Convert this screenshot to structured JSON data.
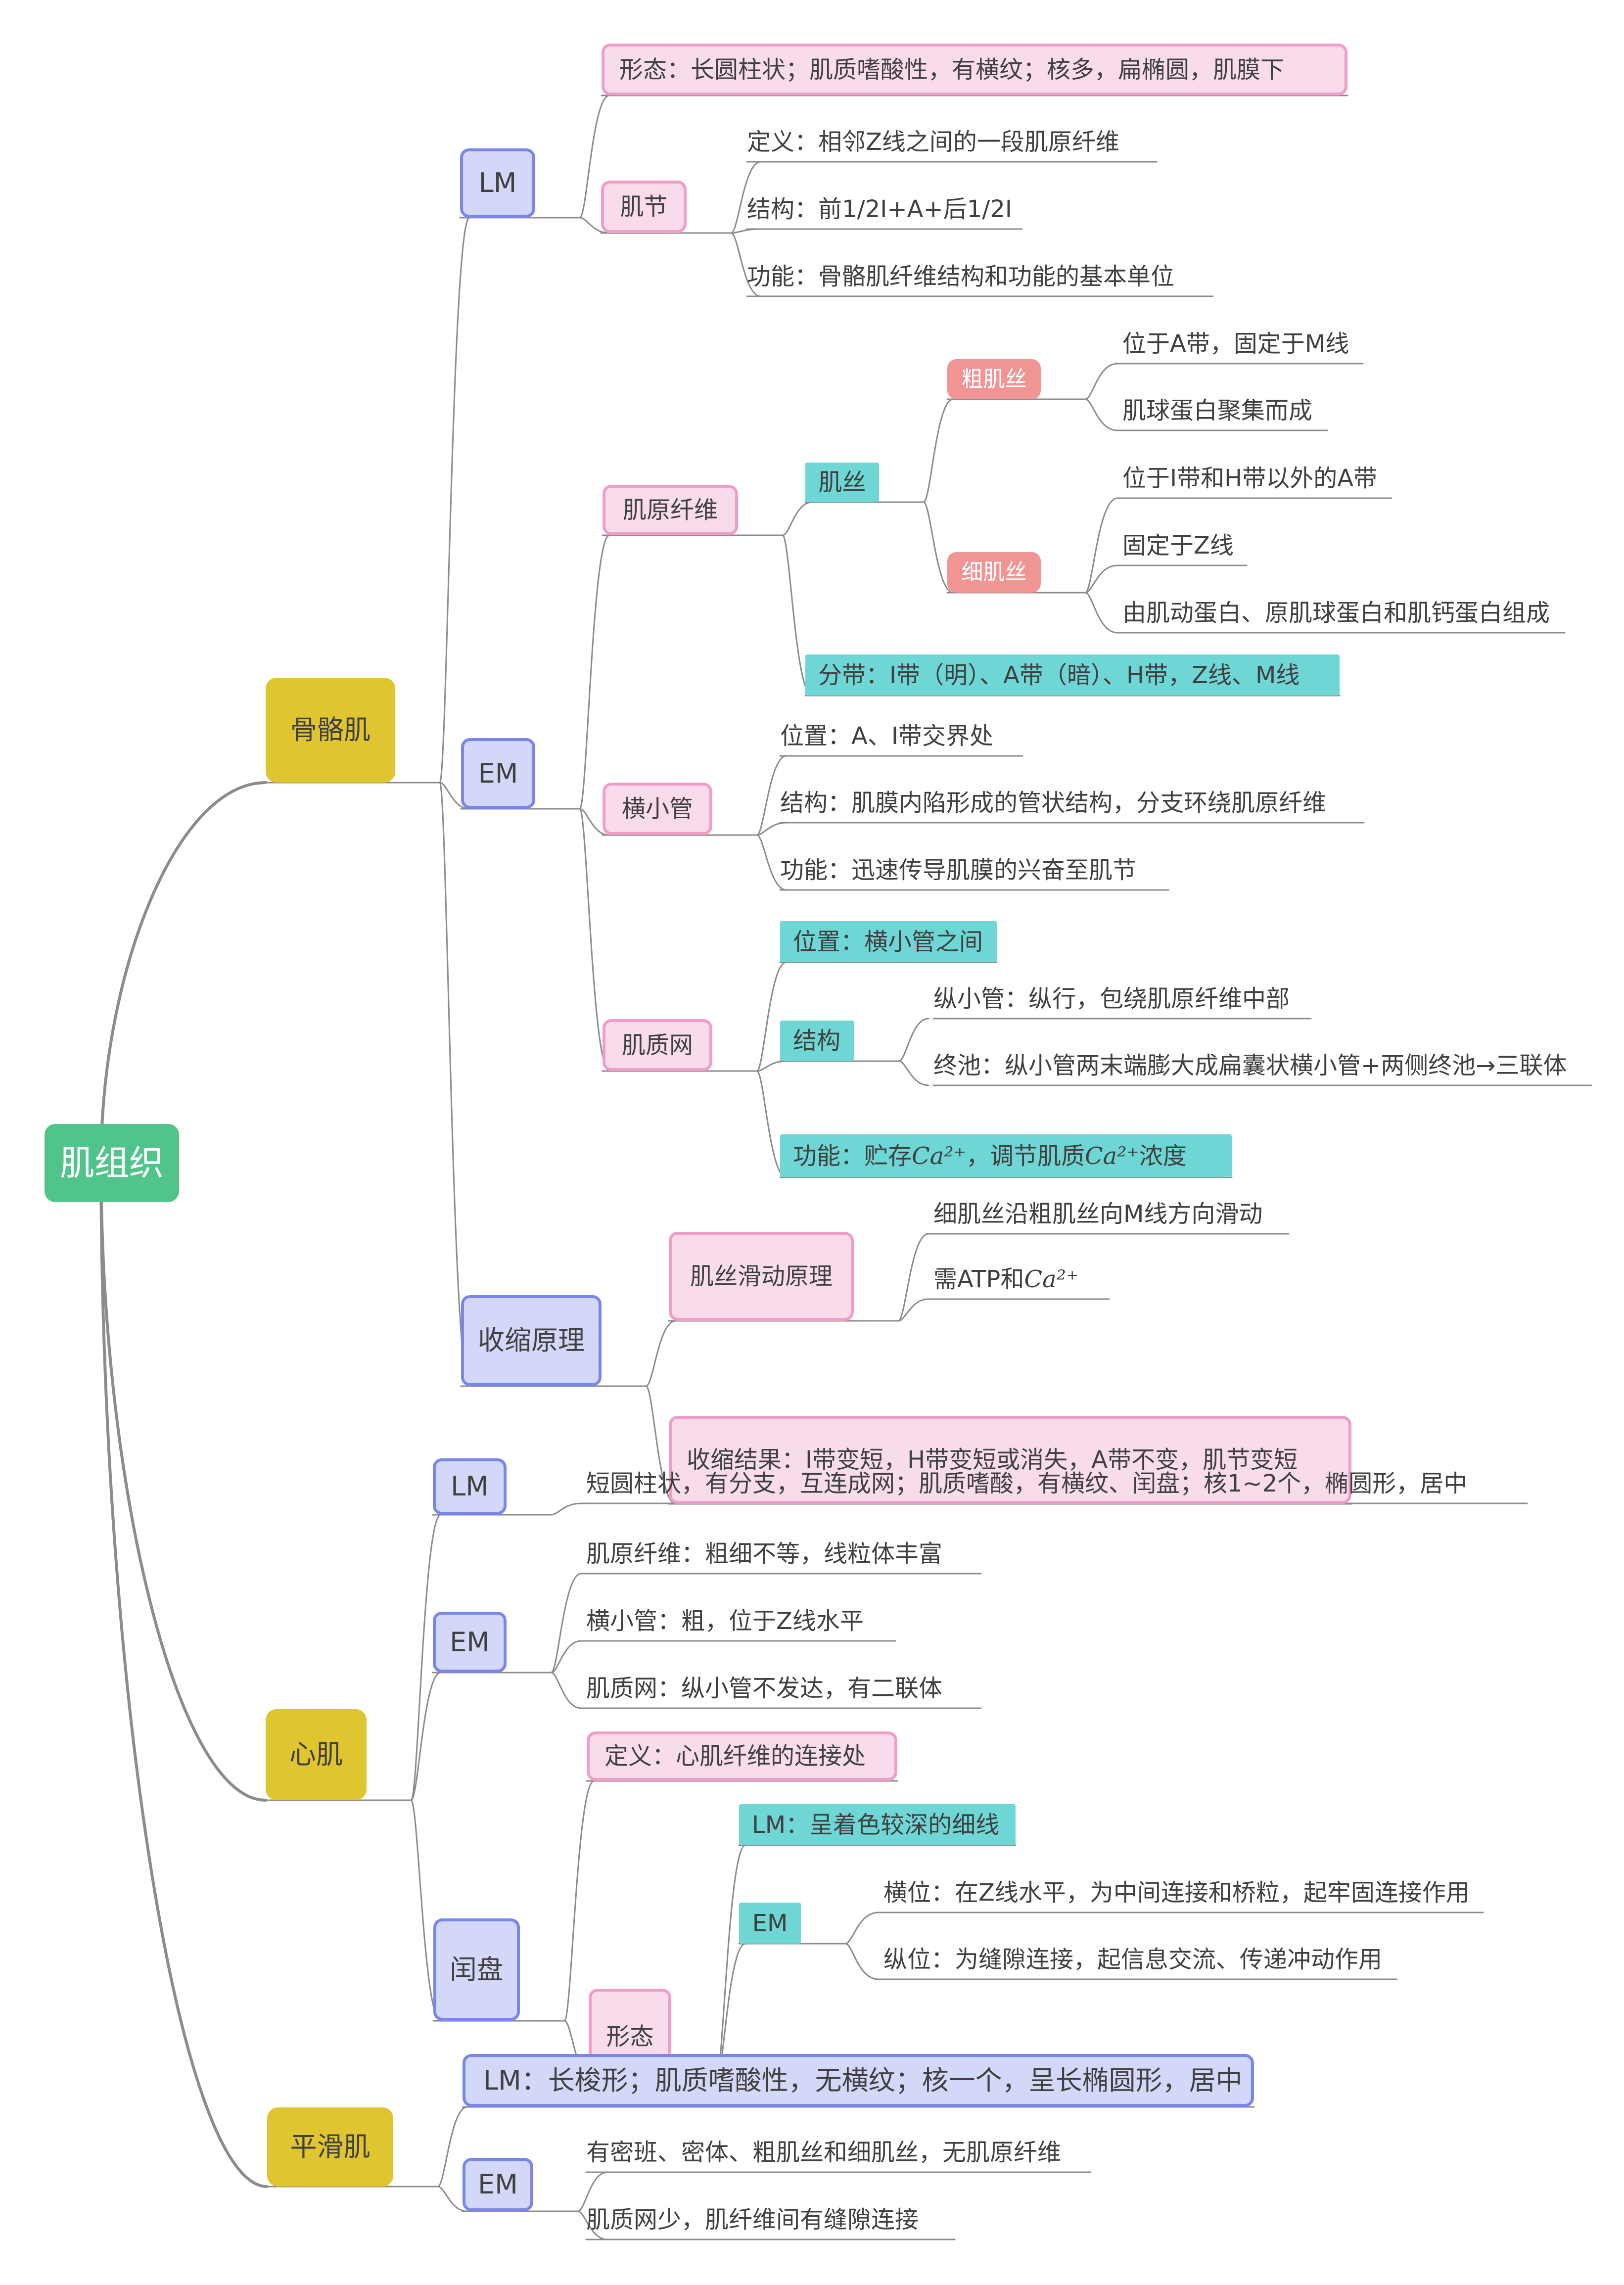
{
  "root": {
    "label": "肌组织"
  },
  "colors": {
    "root": "#51c48b",
    "tissue": "#dfc530",
    "method_bg": "#d4d8f8",
    "method_border": "#7b86ea",
    "pink_bg": "#f9dcec",
    "pink_border": "#f09ec8",
    "salmon": "#f09594",
    "teal": "#6fd6d6",
    "line": "#8c8c8c"
  },
  "skeletal": {
    "label": "骨骼肌",
    "lm": {
      "label": "LM",
      "morphology": "形态：长圆柱状；肌质嗜酸性，有横纹；核多，扁椭圆，肌膜下",
      "sarcomere": {
        "label": "肌节",
        "items": [
          "定义：相邻Z线之间的一段肌原纤维",
          "结构：前1/2I+A+后1/2I",
          "功能：骨骼肌纤维结构和功能的基本单位"
        ]
      }
    },
    "em": {
      "label": "EM",
      "myofibril": {
        "label": "肌原纤维",
        "filament": {
          "label": "肌丝",
          "thick": {
            "label": "粗肌丝",
            "items": [
              "位于A带，固定于M线",
              "肌球蛋白聚集而成"
            ]
          },
          "thin": {
            "label": "细肌丝",
            "items": [
              "位于I带和H带以外的A带",
              "固定于Z线",
              "由肌动蛋白、原肌球蛋白和肌钙蛋白组成"
            ]
          }
        },
        "bands": "分带：I带（明）、A带（暗）、H带，Z线、M线"
      },
      "t_tubule": {
        "label": "横小管",
        "items": [
          "位置：A、I带交界处",
          "结构：肌膜内陷形成的管状结构，分支环绕肌原纤维",
          "功能：迅速传导肌膜的兴奋至肌节"
        ]
      },
      "sr": {
        "label": "肌质网",
        "position": "位置：横小管之间",
        "structure": {
          "label": "结构",
          "items": [
            "纵小管：纵行，包绕肌原纤维中部",
            "终池：纵小管两末端膨大成扁囊状横小管+两侧终池→三联体"
          ]
        },
        "function_parts": [
          "功能：贮存",
          "Ca²⁺",
          "，调节肌质",
          "Ca²⁺",
          "浓度"
        ]
      }
    },
    "contraction": {
      "label": "收缩原理",
      "sliding": {
        "label": "肌丝滑动原理",
        "items": [
          "细肌丝沿粗肌丝向M线方向滑动"
        ],
        "atp_parts": [
          "需ATP和",
          "Ca²⁺"
        ]
      },
      "result": "收缩结果：I带变短，H带变短或消失，A带不变，肌节变短"
    }
  },
  "cardiac": {
    "label": "心肌",
    "lm": {
      "label": "LM",
      "text": "短圆柱状，有分支，互连成网；肌质嗜酸，有横纹、闰盘；核1~2个，椭圆形，居中"
    },
    "em": {
      "label": "EM",
      "items": [
        "肌原纤维：粗细不等，线粒体丰富",
        "横小管：粗，位于Z线水平",
        "肌质网：纵小管不发达，有二联体"
      ]
    },
    "disc": {
      "label": "闰盘",
      "definition": "定义：心肌纤维的连接处",
      "morphology": {
        "label": "形态",
        "lm": "LM：呈着色较深的细线",
        "em": {
          "label": "EM",
          "items": [
            "横位：在Z线水平，为中间连接和桥粒，起牢固连接作用",
            "纵位：为缝隙连接，起信息交流、传递冲动作用"
          ]
        }
      }
    }
  },
  "smooth": {
    "label": "平滑肌",
    "lm": "LM：长梭形；肌质嗜酸性，无横纹；核一个，呈长椭圆形，居中",
    "em": {
      "label": "EM",
      "items": [
        "有密班、密体、粗肌丝和细肌丝，无肌原纤维",
        "肌质网少，肌纤维间有缝隙连接"
      ]
    }
  }
}
